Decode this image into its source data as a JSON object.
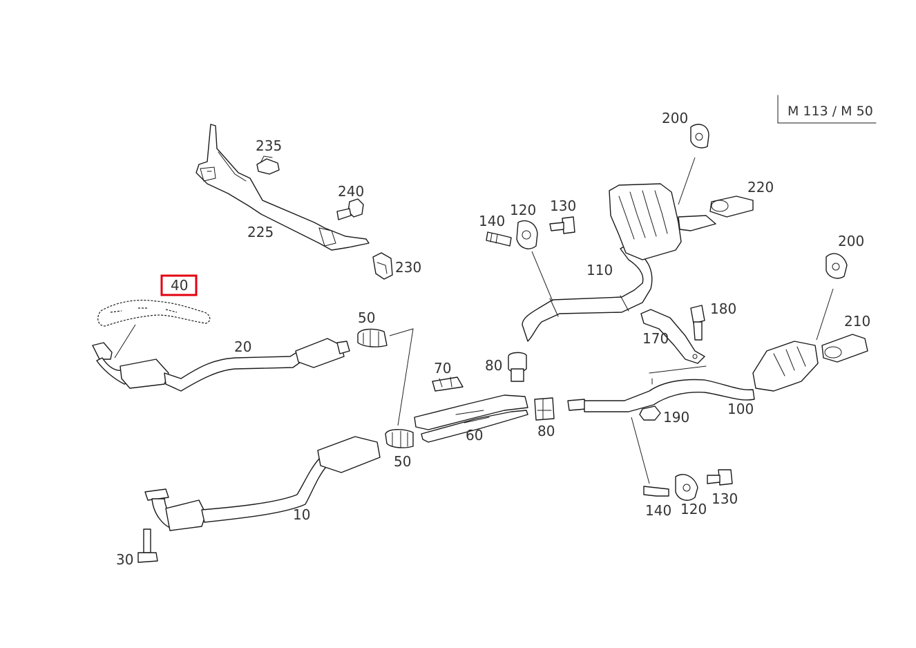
{
  "engine_label": "M 113 / M 50",
  "highlight_color": "#e3000f",
  "selected_callout": "40",
  "callouts": {
    "c235": "235",
    "c240": "240",
    "c225": "225",
    "c230": "230",
    "c40": "40",
    "c20": "20",
    "c50a": "50",
    "c50b": "50",
    "c70": "70",
    "c60": "60",
    "c80a": "80",
    "c80b": "80",
    "c10": "10",
    "c30": "30",
    "c140a": "140",
    "c120a": "120",
    "c130a": "130",
    "c110": "110",
    "c200a": "200",
    "c220": "220",
    "c200b": "200",
    "c180": "180",
    "c170": "170",
    "c210": "210",
    "c100": "100",
    "c190": "190",
    "c140b": "140",
    "c120b": "120",
    "c130b": "130"
  }
}
